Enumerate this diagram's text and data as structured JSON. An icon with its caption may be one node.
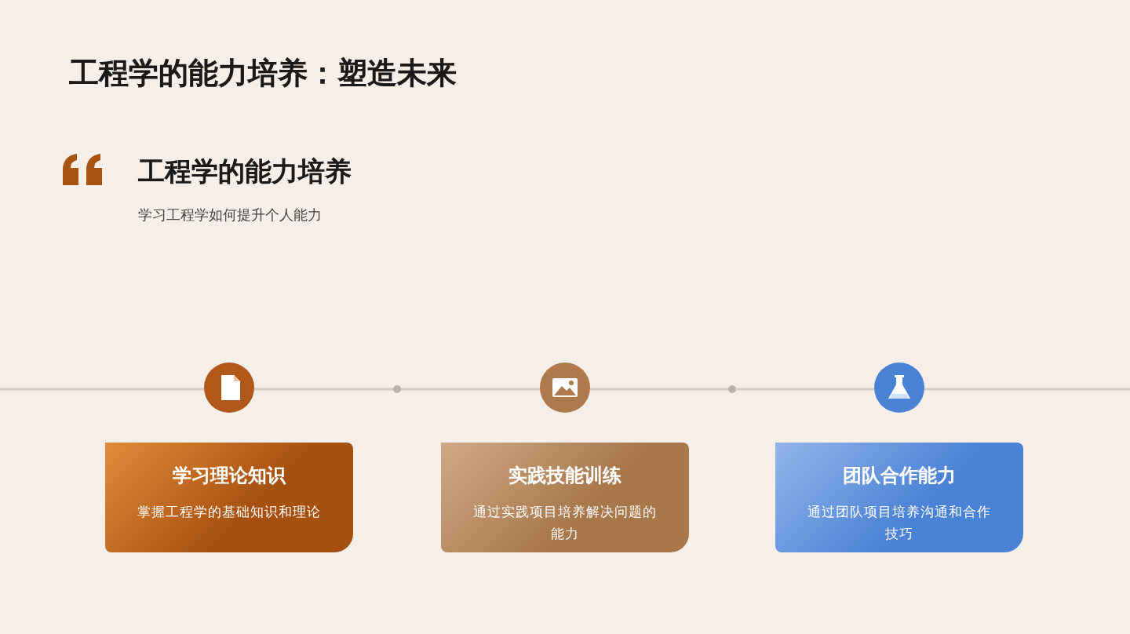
{
  "diagram": {
    "title": "工程学的能力培养：塑造未来",
    "nodes": [
      {
        "text": [
          "学习理论知识",
          "掌握工程学的基础知识和理论"
        ]
      },
      {
        "text": [
          "实践技能训练",
          "通过实践项目培养解决问题的能力"
        ]
      },
      {
        "text": [
          "团队合作能力",
          "通过团队项目培养沟通和合作技巧"
        ]
      }
    ],
    "edges": [],
    "labels": [
      "工程学的能力培养",
      "学习工程学如何提升个人能力"
    ]
  }
}
